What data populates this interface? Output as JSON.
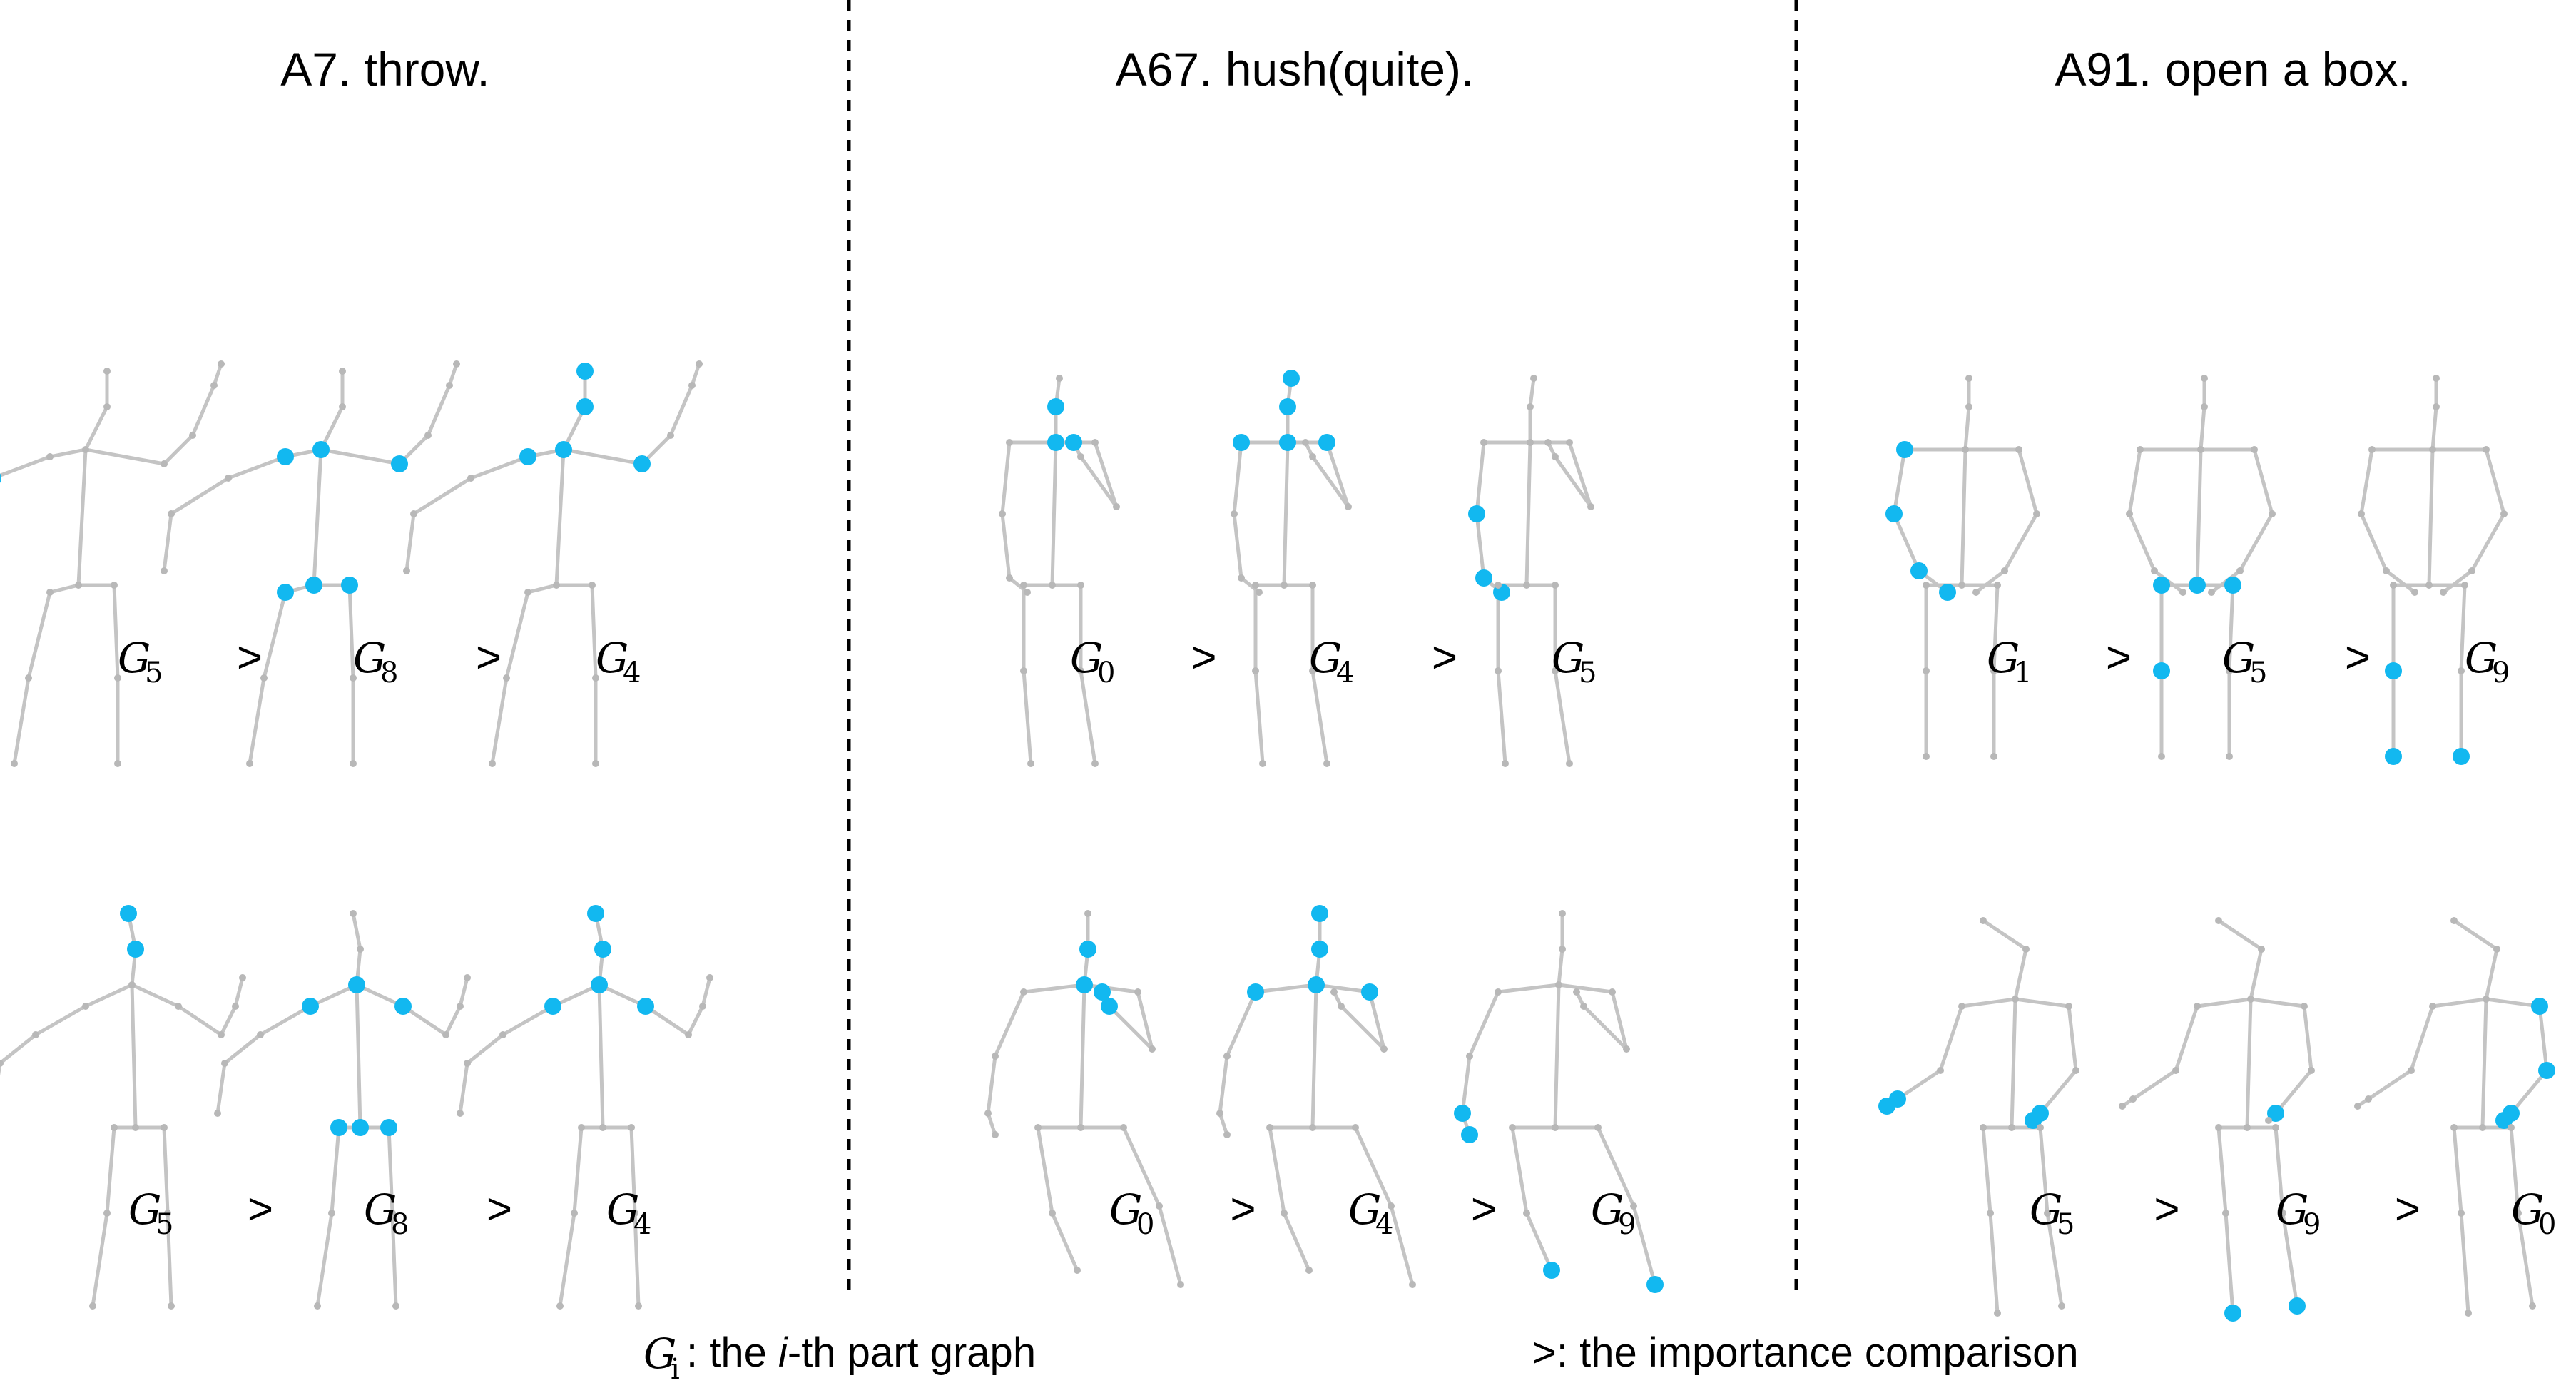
{
  "colors": {
    "highlight": "#12b8f0",
    "skeleton": "#c4c4c4",
    "divider": "#000000"
  },
  "panels": [
    {
      "title": "A7. throw.",
      "rows": [
        {
          "ranking": [
            {
              "base": "G",
              "sub": "5"
            },
            {
              "base": "G",
              "sub": "8"
            },
            {
              "base": "G",
              "sub": "4"
            }
          ]
        },
        {
          "ranking": [
            {
              "base": "G",
              "sub": "5"
            },
            {
              "base": "G",
              "sub": "8"
            },
            {
              "base": "G",
              "sub": "4"
            }
          ]
        }
      ]
    },
    {
      "title": "A67. hush(quite).",
      "rows": [
        {
          "ranking": [
            {
              "base": "G",
              "sub": "0"
            },
            {
              "base": "G",
              "sub": "4"
            },
            {
              "base": "G",
              "sub": "5"
            }
          ]
        },
        {
          "ranking": [
            {
              "base": "G",
              "sub": "0"
            },
            {
              "base": "G",
              "sub": "4"
            },
            {
              "base": "G",
              "sub": "9"
            }
          ]
        }
      ]
    },
    {
      "title": "A91. open a box.",
      "rows": [
        {
          "ranking": [
            {
              "base": "G",
              "sub": "1"
            },
            {
              "base": "G",
              "sub": "5"
            },
            {
              "base": "G",
              "sub": "9"
            }
          ]
        },
        {
          "ranking": [
            {
              "base": "G",
              "sub": "5"
            },
            {
              "base": "G",
              "sub": "9"
            },
            {
              "base": "G",
              "sub": "0"
            }
          ]
        }
      ]
    }
  ],
  "comparator": ">",
  "legend": {
    "gi": {
      "base": "G",
      "sub": "i",
      "text_a": ": the ",
      "italic": "i",
      "text_b": "-th part graph"
    },
    "cmp": {
      "text": ">: the importance comparison"
    }
  }
}
